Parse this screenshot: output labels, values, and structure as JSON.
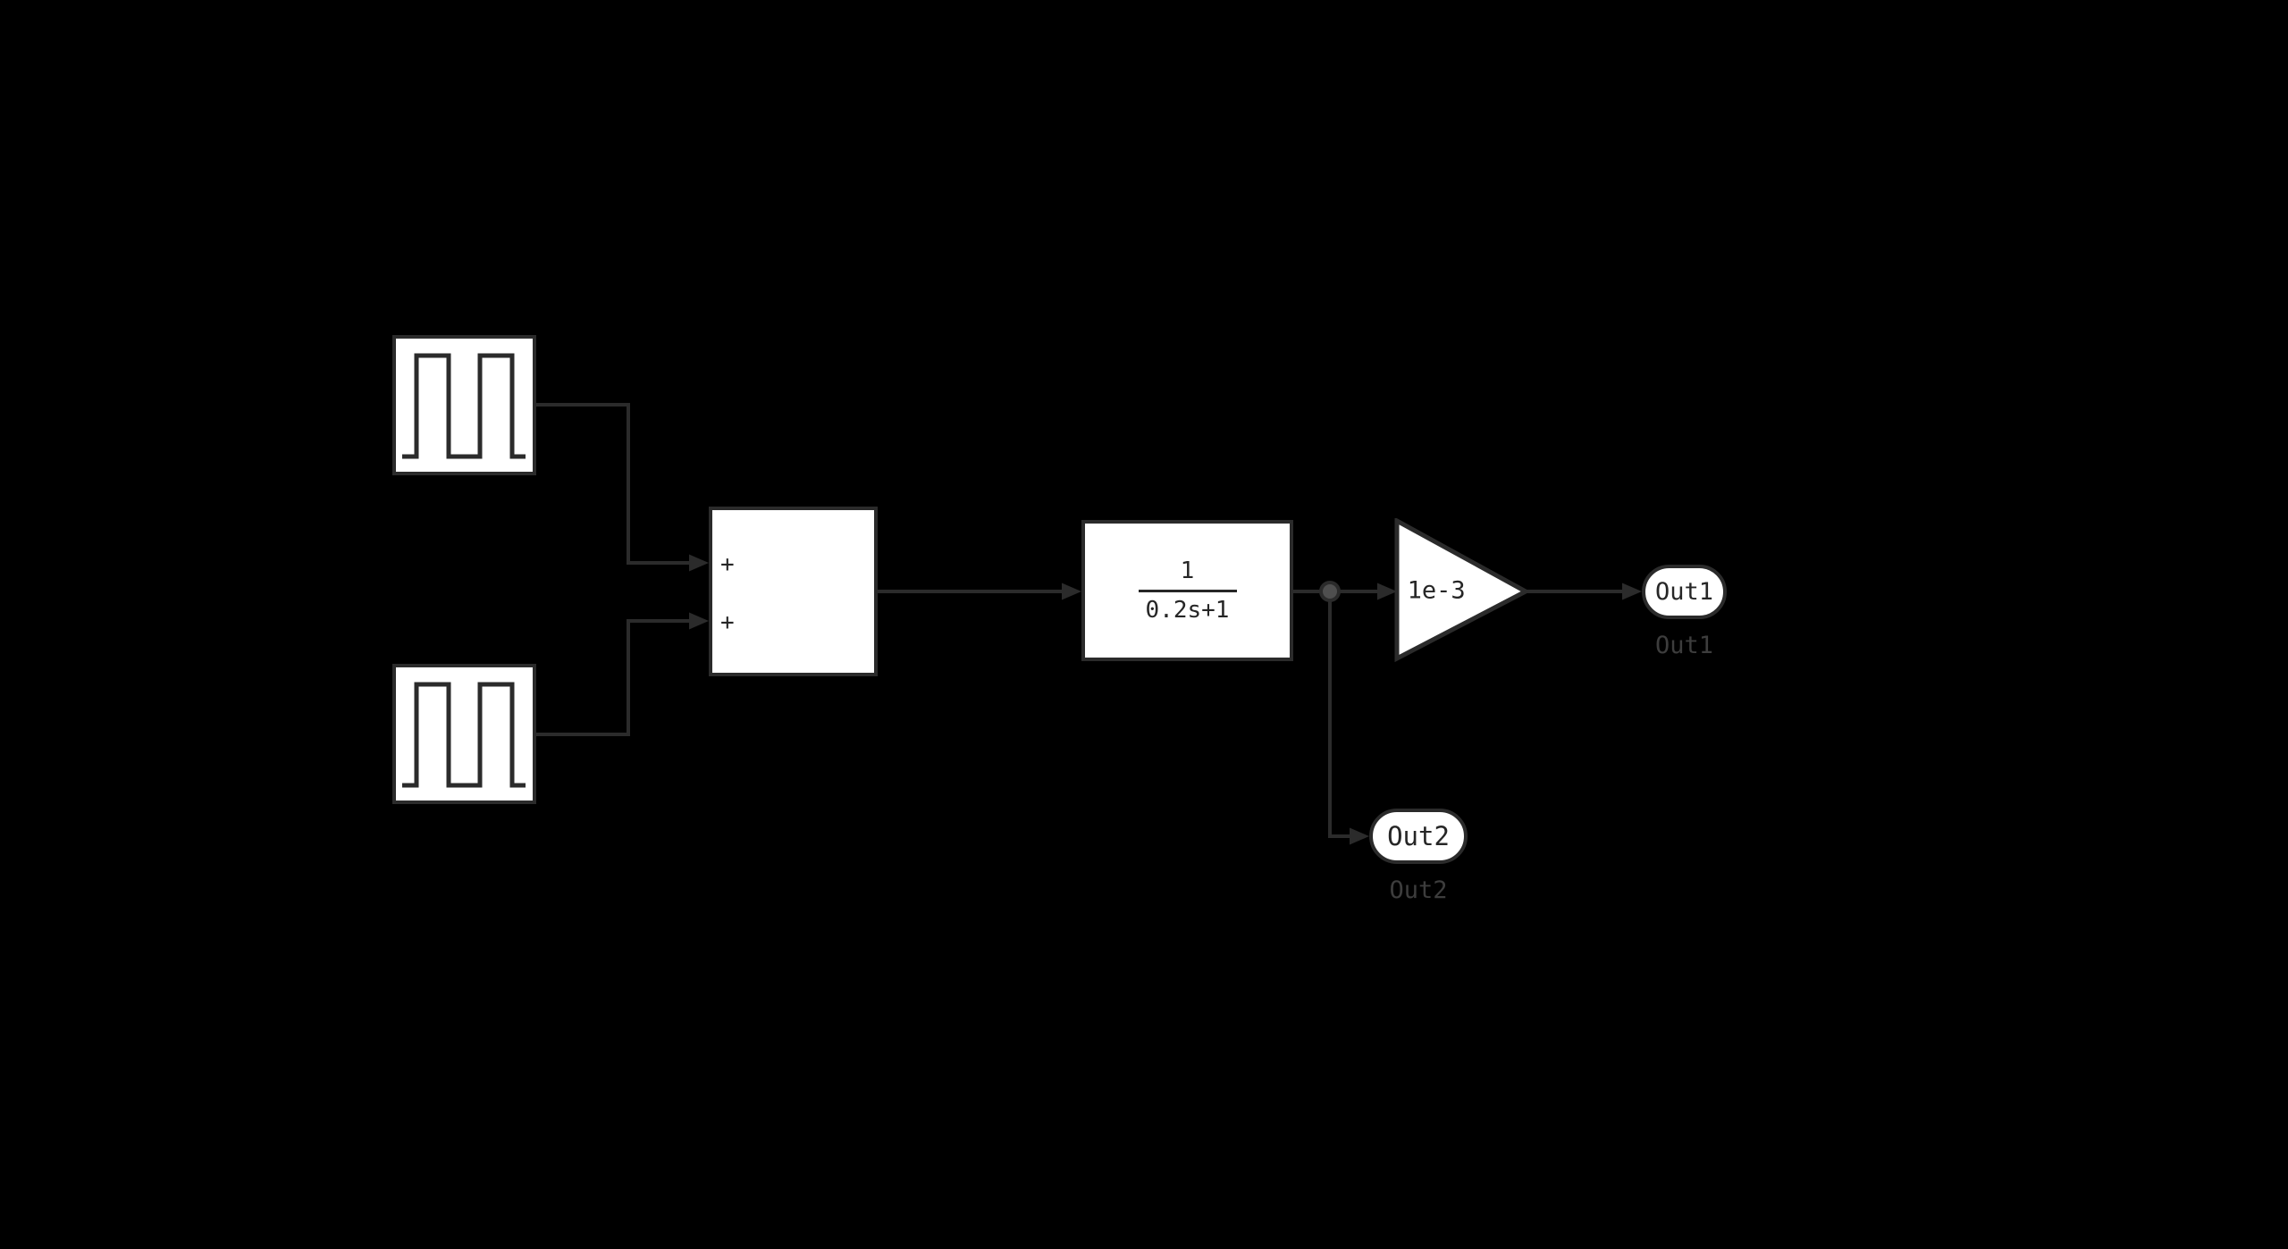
{
  "colors": {
    "background": "#000000",
    "block-fill": "#ffffff",
    "stroke": "#2b2b2b",
    "block-text": "#262626",
    "dim-label": "#3d3d3d",
    "branch-dot": "#4f4f4f"
  },
  "blocks": {
    "sum": {
      "plus_top": "+",
      "plus_bottom": "+"
    },
    "transfer_fcn": {
      "numerator": "1",
      "denominator": "0.2s+1"
    },
    "gain": {
      "value": "1e-3"
    },
    "out1": {
      "text": "Out1",
      "label": "Out1"
    },
    "out2": {
      "text": "Out2",
      "label": "Out2"
    }
  }
}
